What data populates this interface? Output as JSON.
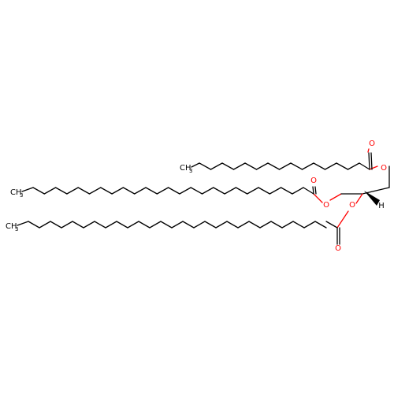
{
  "molecule": {
    "colors": {
      "bond": "#000000",
      "oxygen": "#ff0000",
      "background": "#ffffff"
    },
    "labels": {
      "ch3": "CH",
      "three": "3",
      "oxygen": "O",
      "hydrogen": "H"
    }
  }
}
